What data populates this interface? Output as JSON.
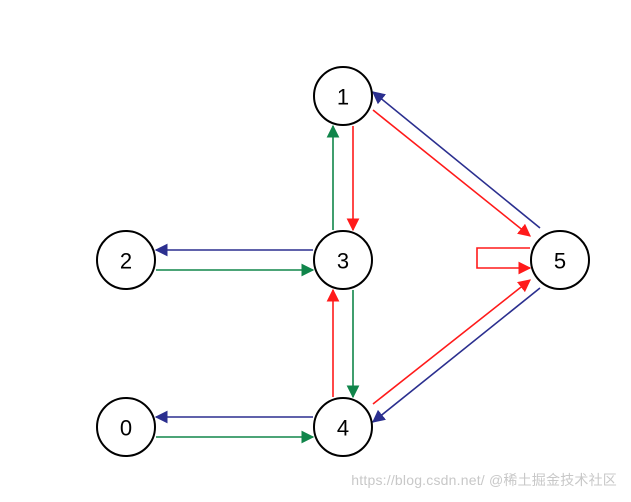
{
  "colors": {
    "red": "#ff1a1a",
    "blue": "#2b2f8f",
    "green": "#10854a",
    "node_stroke": "#000000"
  },
  "nodes": [
    {
      "id": "0",
      "label": "0"
    },
    {
      "id": "1",
      "label": "1"
    },
    {
      "id": "2",
      "label": "2"
    },
    {
      "id": "3",
      "label": "3"
    },
    {
      "id": "4",
      "label": "4"
    },
    {
      "id": "5",
      "label": "5"
    }
  ],
  "edges": [
    {
      "from": "1",
      "to": "3",
      "color": "red"
    },
    {
      "from": "3",
      "to": "1",
      "color": "green"
    },
    {
      "from": "3",
      "to": "2",
      "color": "blue"
    },
    {
      "from": "2",
      "to": "3",
      "color": "green"
    },
    {
      "from": "3",
      "to": "4",
      "color": "green"
    },
    {
      "from": "4",
      "to": "3",
      "color": "red"
    },
    {
      "from": "4",
      "to": "0",
      "color": "blue"
    },
    {
      "from": "0",
      "to": "4",
      "color": "green"
    },
    {
      "from": "1",
      "to": "5",
      "color": "red"
    },
    {
      "from": "5",
      "to": "1",
      "color": "blue"
    },
    {
      "from": "4",
      "to": "5",
      "color": "red"
    },
    {
      "from": "5",
      "to": "4",
      "color": "blue"
    },
    {
      "from": "5",
      "to": "5",
      "color": "red"
    }
  ],
  "watermark": "https://blog.csdn.net/ @稀土掘金技术社区"
}
